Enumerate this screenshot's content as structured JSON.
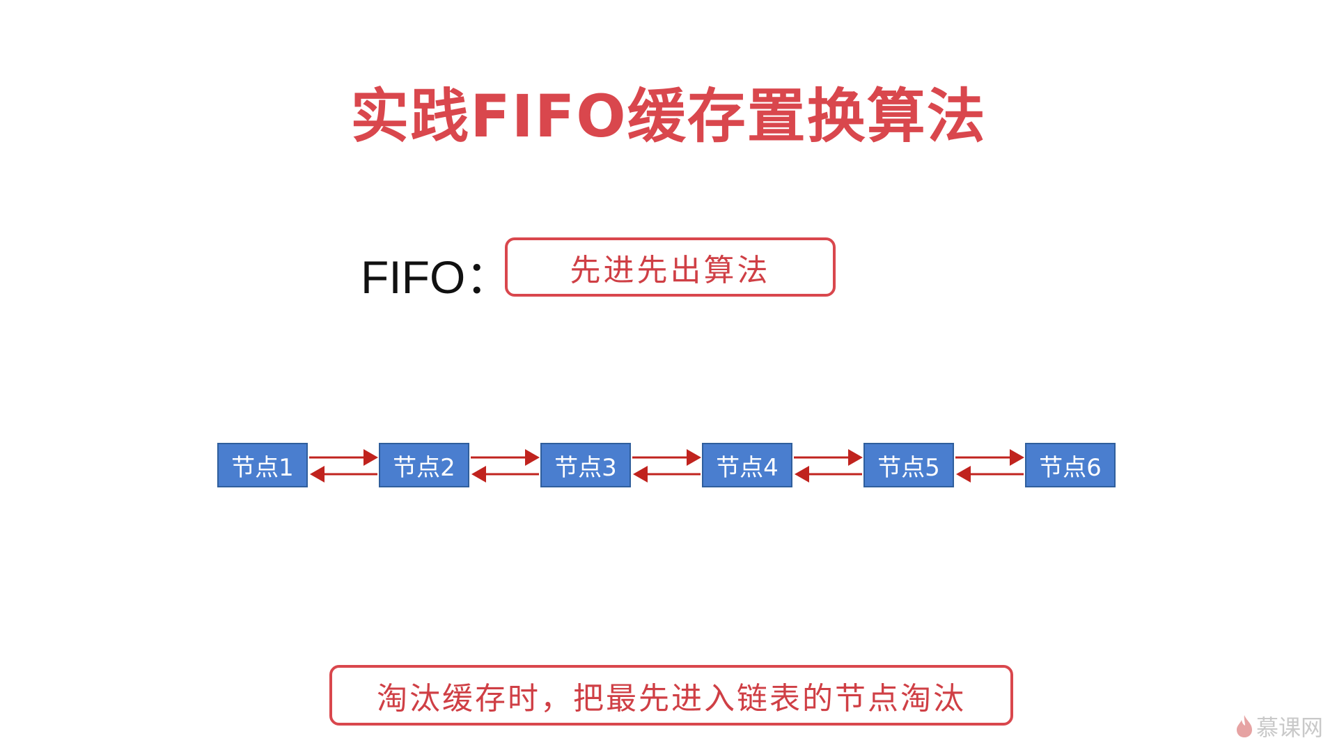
{
  "title": "实践FIFO缓存置换算法",
  "fifo": {
    "label": "FIFO：",
    "definition": "先进先出算法"
  },
  "chain": {
    "nodes": [
      "节点1",
      "节点2",
      "节点3",
      "节点4",
      "节点5",
      "节点6"
    ],
    "link_color": "#c0231e",
    "node_color": "#4a7ecf"
  },
  "footer": {
    "text": "淘汰缓存时，把最先进入链表的节点淘汰"
  },
  "watermark": {
    "text": "慕课网",
    "icon": "flame-icon"
  },
  "colors": {
    "accent": "#d9474d"
  }
}
